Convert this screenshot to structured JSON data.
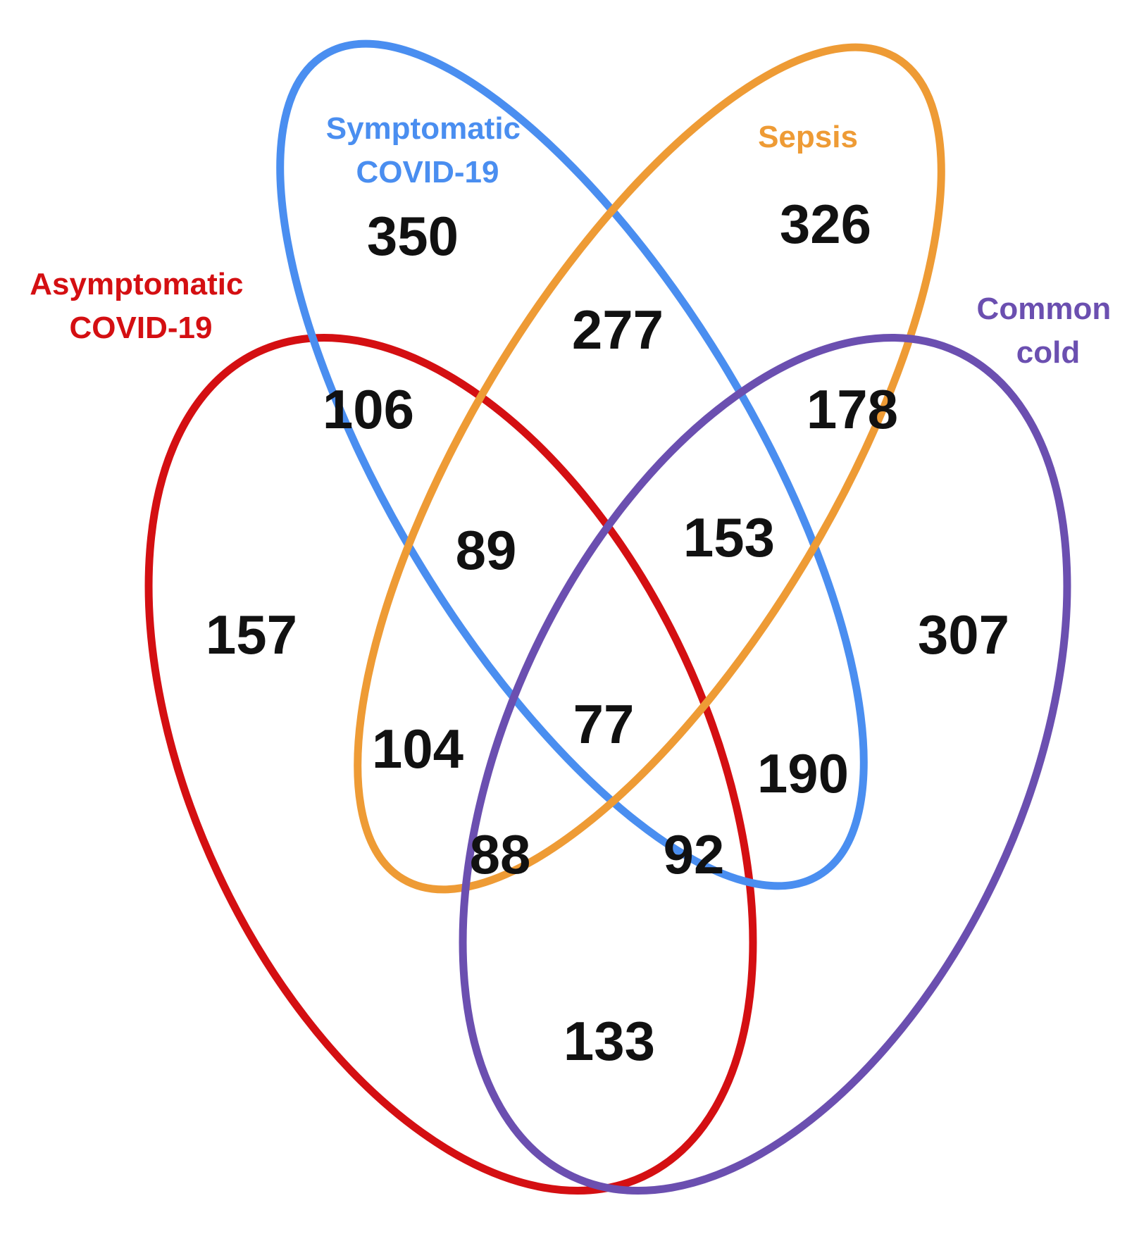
{
  "sets": [
    {
      "id": "symptomatic",
      "label_lines": [
        "Symptomatic",
        "COVID-19"
      ],
      "color": "#4a8ef0"
    },
    {
      "id": "sepsis",
      "label_lines": [
        "Sepsis"
      ],
      "color": "#ee9b35"
    },
    {
      "id": "asymptomatic",
      "label_lines": [
        "Asymptomatic",
        "COVID-19"
      ],
      "color": "#d40f12"
    },
    {
      "id": "common_cold",
      "label_lines": [
        "Common",
        "cold"
      ],
      "color": "#6b4fb0"
    }
  ],
  "regions": {
    "symptomatic_only": "350",
    "sepsis_only": "326",
    "asymptomatic_only": "157",
    "common_cold_only": "307",
    "symptomatic_sepsis": "277",
    "symptomatic_asymptomatic": "106",
    "sepsis_common_cold": "178",
    "asymptomatic_sepsis_symptomatic": "89",
    "sepsis_common_cold_symptomatic": "153",
    "asymptomatic_sepsis": "104",
    "all_four": "77",
    "symptomatic_common_cold": "190",
    "asymptomatic_sepsis_common_cold": "88",
    "asymptomatic_symptomatic_common_cold": "92",
    "asymptomatic_common_cold": "133"
  }
}
